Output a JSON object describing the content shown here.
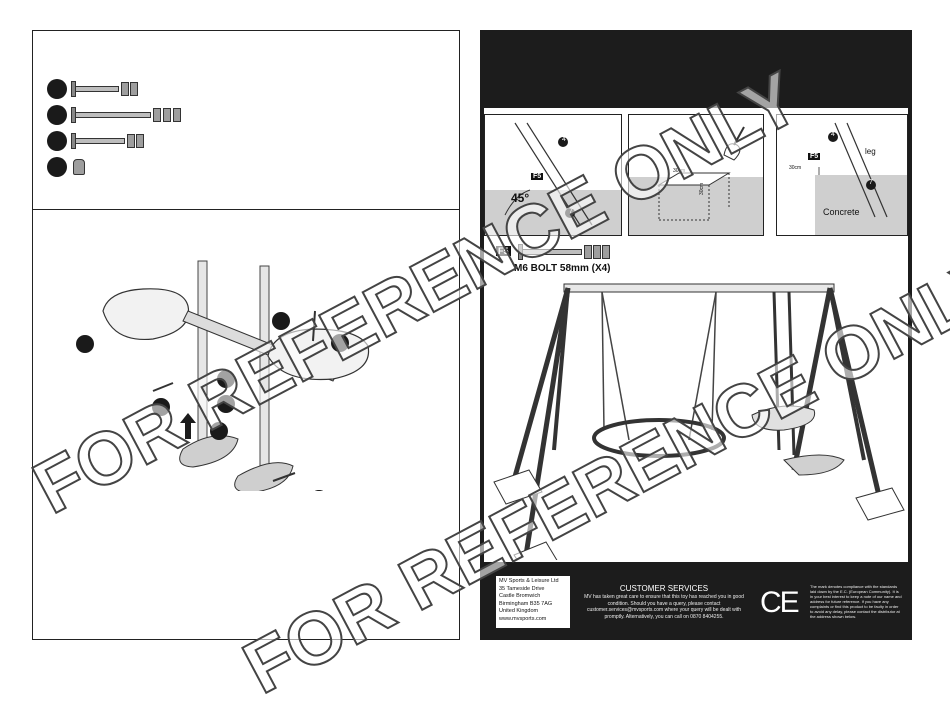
{
  "watermark": {
    "text": "FOR REFERENCE ONLY"
  },
  "left_page": {
    "parts": [
      {
        "id": "part-a"
      },
      {
        "id": "part-b"
      },
      {
        "id": "part-c"
      },
      {
        "id": "part-d"
      }
    ]
  },
  "right_page": {
    "detail_1": {
      "label_four": "4",
      "label_f": "F5",
      "angle": "45°",
      "label_seven": "7"
    },
    "detail_2": {
      "dim_width": "30cm",
      "dim_depth": "30cm"
    },
    "detail_3": {
      "label_four": "4",
      "label_leg": "leg",
      "label_f": "F5",
      "dim": "30cm",
      "label_seven": "7",
      "concrete": "Concrete"
    },
    "bolt_caption": {
      "tag": "F5",
      "text": "M6 BOLT 58mm (X4)"
    },
    "footer": {
      "address": [
        "MV Sports & Leisure Ltd",
        "35 Tameside Drive",
        "Castle Bromwich",
        "Birmingham B35 7AG",
        "United Kingdom",
        "www.mvsports.com"
      ],
      "customer_services_title": "CUSTOMER SERVICES",
      "customer_services_body": "MV has taken great care to ensure that this toy has reached you in good condition. Should you have a query, please contact customer.services@mvsports.com where your query will be dealt with promptly. Alternatively, you can call on 0870 8404255.",
      "ce_mark": "CE",
      "compliance_text": "The mark denotes compliance with the standards laid down by the E.C. (European Community). It is in your best interest to keep a note of our name and address for future reference. If you have any complaints or find this product to be faulty in order to avoid any delay, please contact the distributor at the address shown below."
    }
  }
}
